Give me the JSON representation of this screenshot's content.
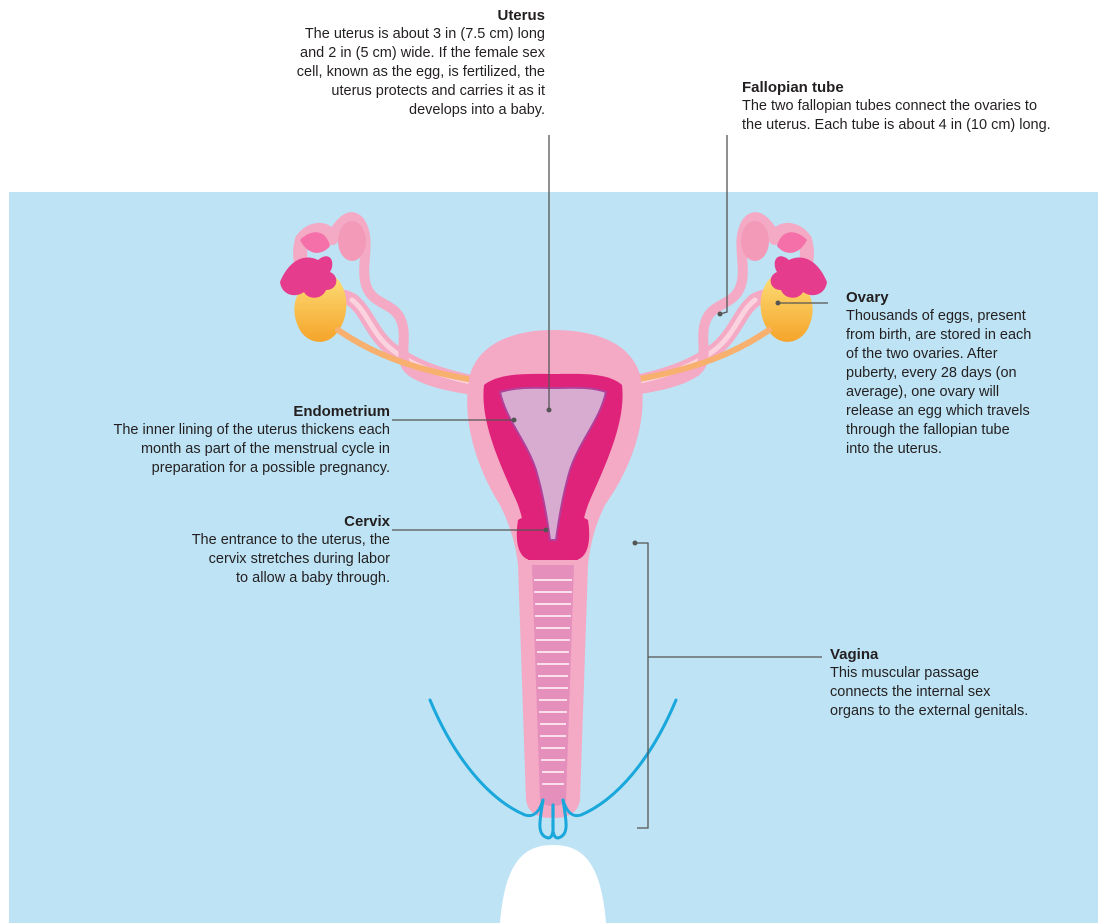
{
  "labels": {
    "uterus": {
      "title": "Uterus",
      "lines": [
        "The uterus is about 3 in (7.5 cm) long",
        "and 2 in (5 cm) wide. If the female sex",
        "cell, known as the egg, is fertilized, the",
        "uterus protects and carries it as it",
        "develops into a baby."
      ]
    },
    "fallopian_tube": {
      "title": "Fallopian tube",
      "lines": [
        "The two fallopian tubes connect the ovaries to",
        "the uterus. Each tube is about 4 in (10 cm) long."
      ]
    },
    "ovary": {
      "title": "Ovary",
      "lines": [
        "Thousands of eggs, present",
        "from birth, are stored in each",
        "of the two ovaries. After",
        "puberty, every 28 days (on",
        "average), one ovary will",
        "release an egg which travels",
        "through the fallopian tube",
        "into the uterus."
      ]
    },
    "endometrium": {
      "title": "Endometrium",
      "lines": [
        "The inner lining of the uterus thickens each",
        "month as part of the menstrual cycle in",
        "preparation for a possible pregnancy."
      ]
    },
    "cervix": {
      "title": "Cervix",
      "lines": [
        "The entrance to the uterus, the",
        "cervix stretches during labor",
        "to allow a baby through."
      ]
    },
    "vagina": {
      "title": "Vagina",
      "lines": [
        "This muscular passage",
        "connects the internal sex",
        "organs to the external genitals."
      ]
    }
  },
  "colors": {
    "background_panel": "#bde3f4",
    "tissue_pink": "#f4a9c4",
    "lining_magenta": "#e0237a",
    "cavity_lilac": "#d8acd0",
    "ovary_yellow": "#f7b733",
    "fimbriae_pink": "#e63c8e",
    "outline_blue": "#1aa7dc",
    "leader_line": "#555555"
  }
}
